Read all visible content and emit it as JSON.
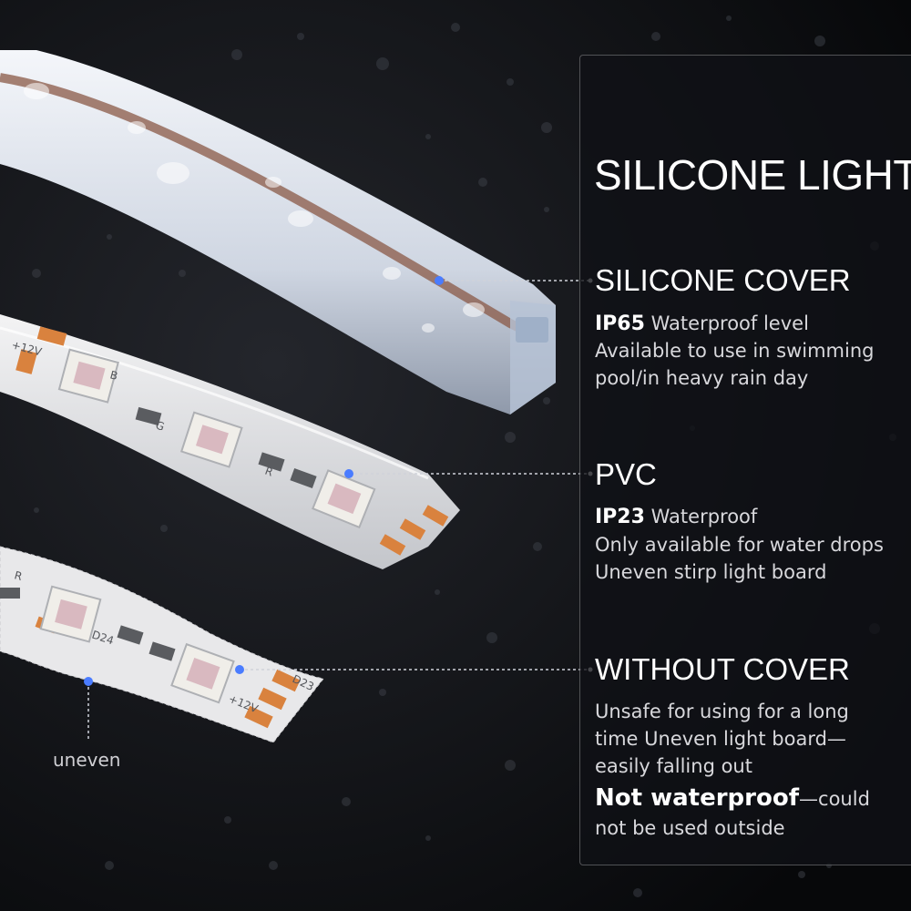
{
  "title": "SILICONE LIGHTS",
  "sections": [
    {
      "heading": "SILICONE COVER",
      "rating": "IP65",
      "rating_text": "Waterproof level",
      "lines": [
        "Available to use in swimming",
        "pool/in heavy rain day"
      ]
    },
    {
      "heading": "PVC",
      "rating": "IP23",
      "rating_text": "Waterproof",
      "lines": [
        "Only available for water drops",
        "Uneven stirp light board"
      ]
    },
    {
      "heading": "WITHOUT COVER",
      "lines": [
        "Unsafe for using for a long",
        "time Uneven light board—",
        "easily falling out"
      ],
      "emphasis": "Not waterproof",
      "emphasis_text": "—could",
      "last_line": "not be used outside"
    }
  ],
  "annotation": "uneven",
  "strip_markings": [
    "+12V",
    "R",
    "G",
    "B",
    "D24",
    "D23"
  ],
  "colors": {
    "background": "#0b0c10",
    "accent_dot": "#4a7cff",
    "text": "#ffffff",
    "pad": "#d9823e"
  }
}
